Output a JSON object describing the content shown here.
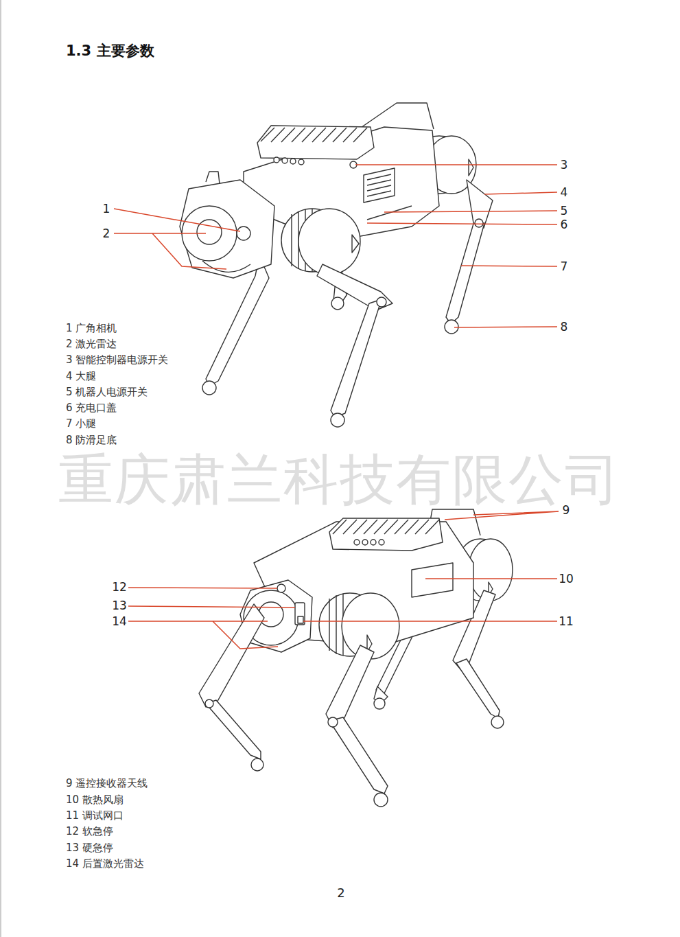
{
  "diagram": {
    "title": "1.3 主要参数",
    "labels": [
      "1",
      "2",
      "3",
      "4",
      "5",
      "6",
      "7",
      "8",
      "1 广角相机",
      "2 激光雷达",
      "3 智能控制器电源开关",
      "4 大腿",
      "5 机器人电源开关",
      "6 充电口盖",
      "7 小腿",
      "8 防滑足底",
      "重庆肃兰科技有限公司",
      "9",
      "10",
      "11",
      "12",
      "13",
      "14",
      "9 遥控接收器天线",
      "10 散热风扇",
      "11 调试网口",
      "12 软急停",
      "13 硬急停",
      "14 后置激光雷达",
      "2"
    ]
  }
}
